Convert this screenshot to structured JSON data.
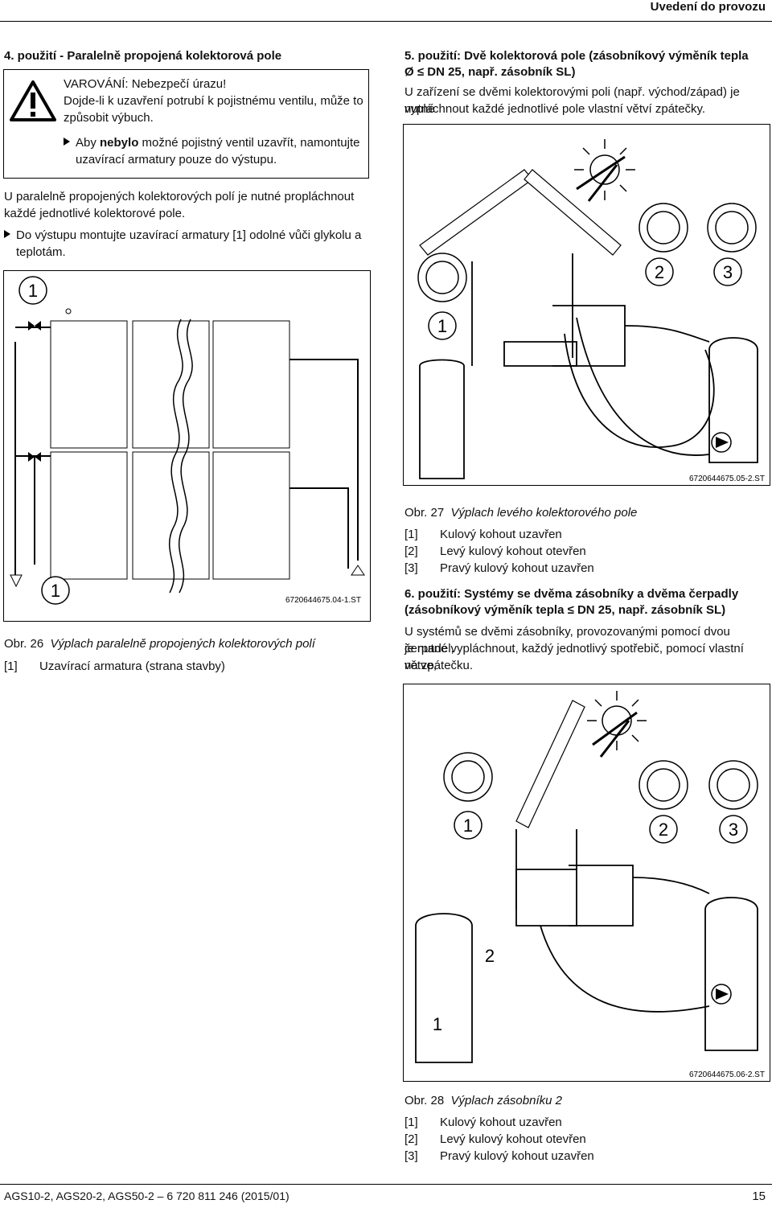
{
  "header": {
    "section": "Uvedení do provozu"
  },
  "left": {
    "heading": "4. použití - Paralelně propojená kolektorová pole",
    "warning": {
      "title": "VAROVÁNÍ: Nebezpečí úrazu!",
      "line1": "Dojde-li k uzavření potrubí k pojistnému ventilu, může to",
      "line2": "způsobit výbuch.",
      "step1_pre": "Aby ",
      "step1_bold": "nebylo",
      "step1_post": " možné pojistný ventil uzavřít, namontujte",
      "step2": "uzavírací armatury pouze do výstupu."
    },
    "para1": "U paralelně propojených kolektorových polí je nutné propláchnout",
    "para2": "každé jednotlivé kolektorové pole.",
    "bullet1": "Do výstupu montujte uzavírací armatury [1] odolné vůči glykolu a",
    "bullet2": "teplotám.",
    "fig": {
      "label_top": "1",
      "label_bottom": "1",
      "code": "6720644675.04-1.ST"
    },
    "caption_num": "Obr. 26",
    "caption_text": "Výplach paralelně propojených kolektorových polí",
    "legend": [
      {
        "n": "[1]",
        "t": "Uzavírací armatura (strana stavby)"
      }
    ]
  },
  "right": {
    "heading1": "5. použití: Dvě kolektorová pole (zásobníkový výměník tepla",
    "heading2": "Ø ≤ DN 25, např. zásobník SL)",
    "para1": "U zařízení se dvěmi kolektorovými poli (např. východ/západ) je nutné",
    "para2": "vypláchnout každé jednotlivé pole vlastní větví zpátečky.",
    "fig1": {
      "l1": "1",
      "l2": "2",
      "l3": "3",
      "code": "6720644675.05-2.ST"
    },
    "cap1_num": "Obr. 27",
    "cap1_text": "Výplach levého kolektorového pole",
    "legend1": [
      {
        "n": "[1]",
        "t": "Kulový kohout uzavřen"
      },
      {
        "n": "[2]",
        "t": "Levý kulový kohout otevřen"
      },
      {
        "n": "[3]",
        "t": "Pravý kulový kohout uzavřen"
      }
    ],
    "heading3a": "6. použití: Systémy se dvěma zásobníky a dvěma čerpadly",
    "heading3b": "(zásobníkový výměník tepla ≤ DN 25, např. zásobník SL)",
    "para3": "U systémů se dvěmi zásobníky, provozovanými pomocí dvou čerpadel,",
    "para4": "je nutné vypláchnout, každý jednotlivý spotřebič, pomocí vlastní větve,",
    "para5": "na zpátečku.",
    "fig2": {
      "l1": "1",
      "l2": "2",
      "l3": "3",
      "tank2": "2",
      "tank1": "1",
      "code": "6720644675.06-2.ST"
    },
    "cap2_num": "Obr. 28",
    "cap2_text": "Výplach zásobníku 2",
    "legend2": [
      {
        "n": "[1]",
        "t": "Kulový kohout uzavřen"
      },
      {
        "n": "[2]",
        "t": "Levý kulový kohout otevřen"
      },
      {
        "n": "[3]",
        "t": "Pravý kulový kohout uzavřen"
      }
    ]
  },
  "footer": {
    "doc": "AGS10-2, AGS20-2, AGS50-2 – 6 720 811 246 (2015/01)",
    "page": "15"
  }
}
